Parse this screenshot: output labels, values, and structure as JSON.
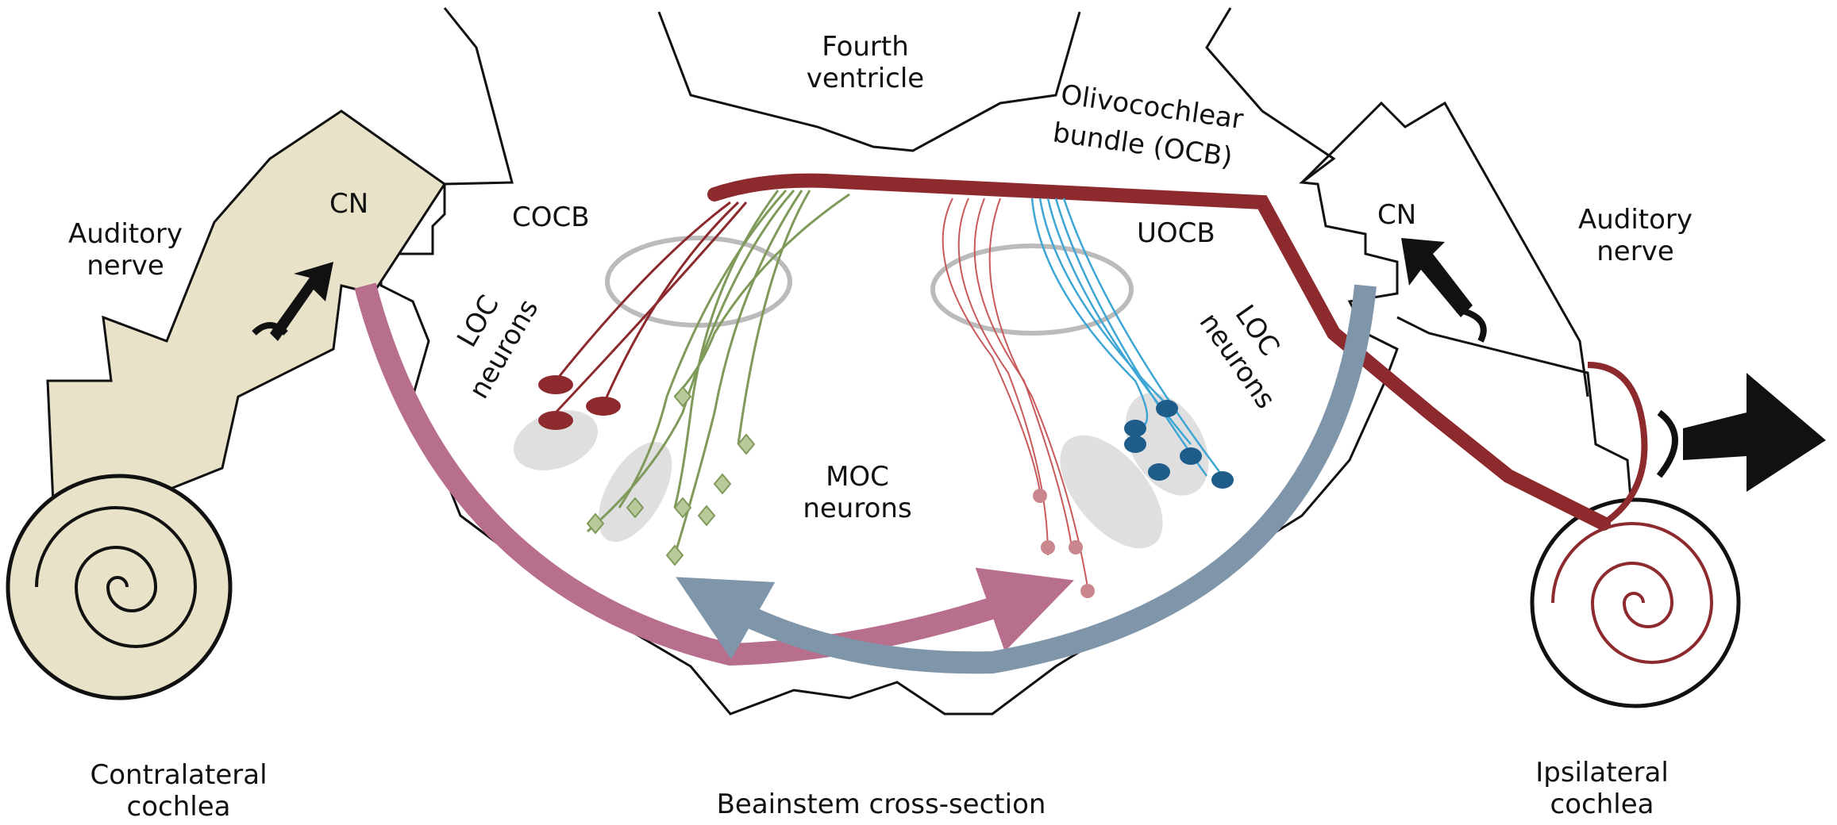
{
  "labels": {
    "fourth_ventricle": [
      "Fourth",
      "ventricle"
    ],
    "ocb": [
      "Olivocochlear",
      "bundle (OCB)"
    ],
    "cocb": "COCB",
    "uocb": "UOCB",
    "cn_left": "CN",
    "cn_right": "CN",
    "auditory_nerve_left": [
      "Auditory",
      "nerve"
    ],
    "auditory_nerve_right": [
      "Auditory",
      "nerve"
    ],
    "loc_left": [
      "LOC",
      "neurons"
    ],
    "loc_right": [
      "LOC",
      "neurons"
    ],
    "moc": [
      "MOC",
      "neurons"
    ],
    "contralateral": [
      "Contralateral",
      "cochlea"
    ],
    "ipsilateral": [
      "Ipsilateral",
      "cochlea"
    ],
    "brainstem": "Beainstem cross-section"
  },
  "colors": {
    "outline": "#111111",
    "contra_fill": "#e8e2c8",
    "ocb_bundle": "#8c2a2e",
    "pink_arrow": "#b86f8e",
    "blue_arrow": "#7e95aa",
    "green_fibers": "#7f9a5a",
    "blue_fibers": "#3ea6d4",
    "red_fibers": "#c85a5c",
    "nucleus_gray": "#d8d8d8"
  }
}
